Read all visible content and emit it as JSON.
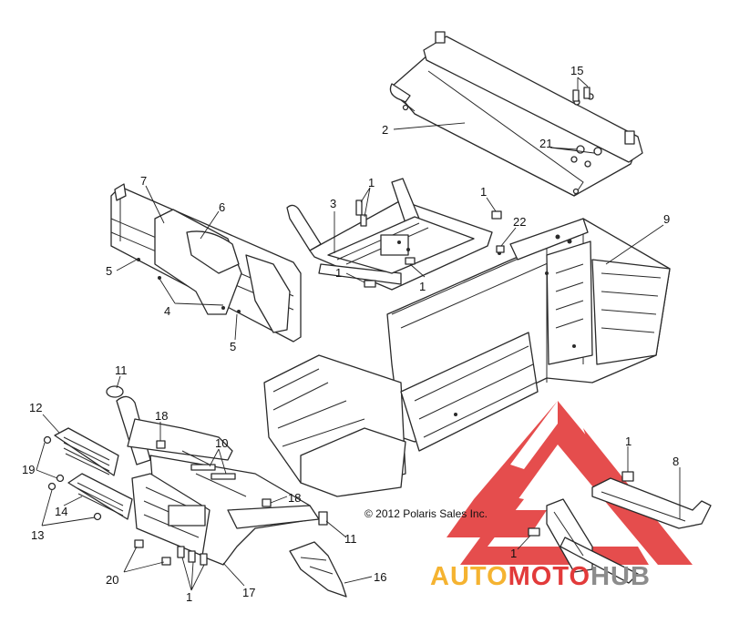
{
  "copyright": "© 2012 Polaris Sales Inc.",
  "watermark": {
    "word1": "AUTO",
    "word2": "MOTO",
    "word3": "HUB",
    "color1": "#f5b331",
    "color2": "#e23a3a",
    "color3": "#8c8c8c",
    "logo_color": "#e23a3a"
  },
  "callouts": [
    {
      "id": "15a",
      "label": "15"
    },
    {
      "id": "2a",
      "label": "2"
    },
    {
      "id": "21a",
      "label": "21"
    },
    {
      "id": "7a",
      "label": "7"
    },
    {
      "id": "6a",
      "label": "6"
    },
    {
      "id": "3a",
      "label": "3"
    },
    {
      "id": "1a",
      "label": "1"
    },
    {
      "id": "1b",
      "label": "1"
    },
    {
      "id": "22a",
      "label": "22"
    },
    {
      "id": "9a",
      "label": "9"
    },
    {
      "id": "5a",
      "label": "5"
    },
    {
      "id": "1c",
      "label": "1"
    },
    {
      "id": "1d",
      "label": "1"
    },
    {
      "id": "4a",
      "label": "4"
    },
    {
      "id": "5b",
      "label": "5"
    },
    {
      "id": "11a",
      "label": "11"
    },
    {
      "id": "12a",
      "label": "12"
    },
    {
      "id": "18a",
      "label": "18"
    },
    {
      "id": "10a",
      "label": "10"
    },
    {
      "id": "19a",
      "label": "19"
    },
    {
      "id": "14a",
      "label": "14"
    },
    {
      "id": "18b",
      "label": "18"
    },
    {
      "id": "13a",
      "label": "13"
    },
    {
      "id": "11b",
      "label": "11"
    },
    {
      "id": "1e",
      "label": "1"
    },
    {
      "id": "8a",
      "label": "8"
    },
    {
      "id": "20a",
      "label": "20"
    },
    {
      "id": "1f",
      "label": "1"
    },
    {
      "id": "17a",
      "label": "17"
    },
    {
      "id": "16a",
      "label": "16"
    },
    {
      "id": "1g",
      "label": "1"
    }
  ]
}
